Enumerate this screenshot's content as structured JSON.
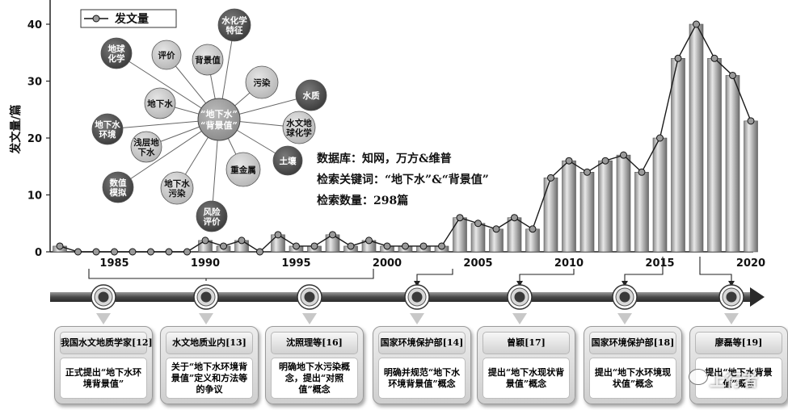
{
  "chart_data": {
    "type": "bar",
    "ylabel": "发文量/篇",
    "legend": {
      "label": "发文量",
      "placement": "top-left"
    },
    "ylim": [
      0,
      42
    ],
    "yticks": [
      0,
      10,
      20,
      30,
      40
    ],
    "xticks": [
      "1985",
      "1990",
      "1995",
      "2000",
      "2005",
      "2010",
      "2015",
      "2020"
    ],
    "years": [
      1982,
      1983,
      1984,
      1985,
      1986,
      1987,
      1988,
      1989,
      1990,
      1991,
      1992,
      1993,
      1994,
      1995,
      1996,
      1997,
      1998,
      1999,
      2000,
      2001,
      2002,
      2003,
      2004,
      2005,
      2006,
      2007,
      2008,
      2009,
      2010,
      2011,
      2012,
      2013,
      2014,
      2015,
      2016,
      2017,
      2018,
      2019,
      2020
    ],
    "series": [
      {
        "name": "发文量",
        "values": [
          1,
          0,
          0,
          0,
          0,
          0,
          0,
          0,
          2,
          1,
          2,
          0,
          3,
          1,
          1,
          3,
          1,
          2,
          1,
          1,
          1,
          1,
          6,
          5,
          4,
          6,
          4,
          13,
          16,
          14,
          16,
          17,
          14,
          20,
          34,
          40,
          34,
          31,
          23
        ]
      }
    ]
  },
  "info": {
    "database": "数据库：知网，万方&维普",
    "keywords": "检索关键词：“地下水”&“背景值”",
    "count": "检索数量：298篇"
  },
  "keyword_map": {
    "center": "“地下水”“背景值”",
    "nodes": [
      "水化学特征",
      "污染",
      "水质",
      "水文地球化学",
      "土壤",
      "重金属",
      "风险评价",
      "地下水污染",
      "数值模拟",
      "浅层地下水",
      "地下水环境",
      "地下水",
      "地球化学",
      "评价",
      "背景值"
    ]
  },
  "timeline": [
    {
      "title": "我国水文地质学家[12]",
      "desc": "正式提出“地下水环境背景值”"
    },
    {
      "title": "水文地质业内[13]",
      "desc": "关于“地下水环境背景值”定义和方法等的争议"
    },
    {
      "title": "沈照理等[16]",
      "desc": "明确地下水污染概念，提出“对照值”概念"
    },
    {
      "title": "国家环境保护部[14]",
      "desc": "明确并规范“地下水环境背景值”概念"
    },
    {
      "title": "曾颖[17]",
      "desc": "提出“地下水现状背景值”概念"
    },
    {
      "title": "国家环境保护部[18]",
      "desc": "提出“地下水环境现状值”概念"
    },
    {
      "title": "廖磊等[19]",
      "desc": "提出“地下水背景值”概念"
    }
  ],
  "watermark": "上行者",
  "colors": {
    "bar_light": "#e6e6e6",
    "bar_dark": "#7a7a7a",
    "line": "#1a1a1a",
    "axis": "#222222",
    "timeline_arrow": "#555555"
  }
}
